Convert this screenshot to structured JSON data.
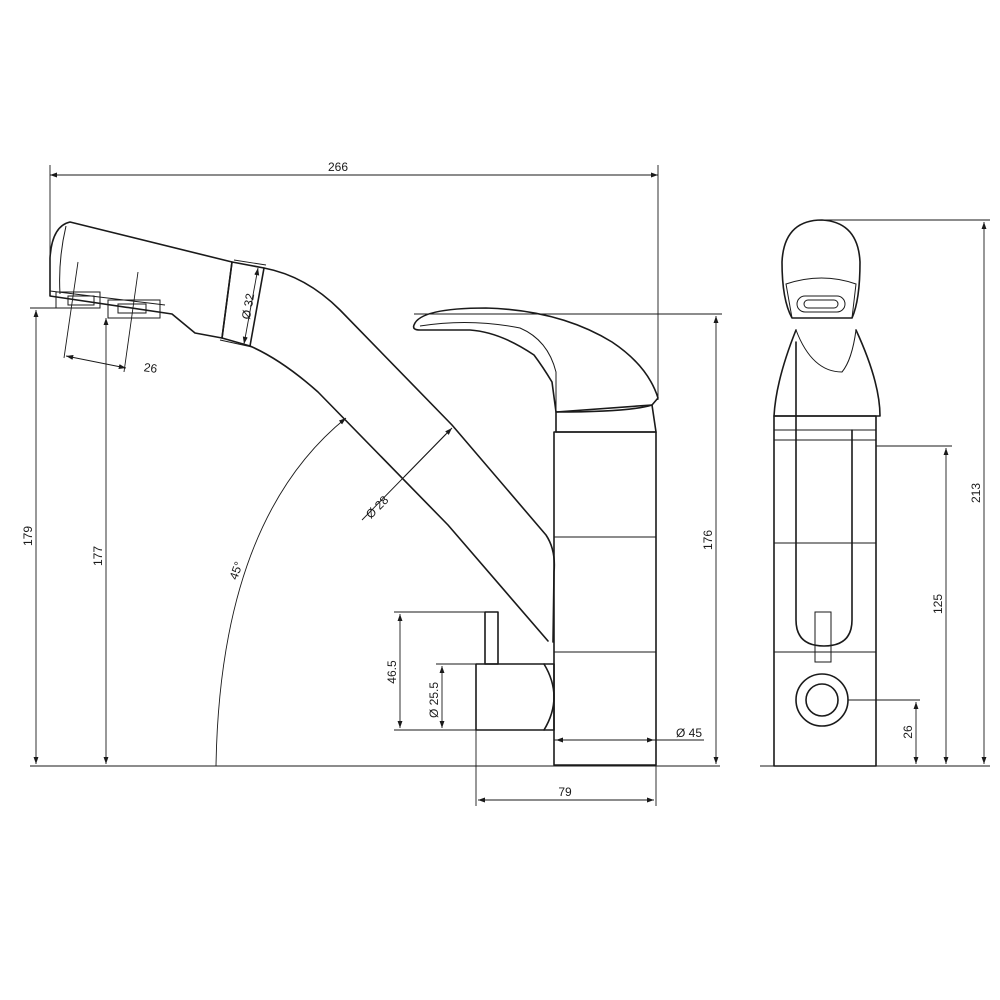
{
  "drawing": {
    "background": "#ffffff",
    "line_color": "#1a1a1a",
    "views": [
      "side-view",
      "front-view"
    ],
    "dimensions": {
      "overall_width": "266",
      "spout_diameter": "32",
      "spray_offset": "26",
      "total_height_left": "179",
      "spout_outlet_height": "177",
      "spout_angle": "45°",
      "arm_diameter": "28",
      "body_height": "176",
      "filter_handle_height": "46.5",
      "filter_handle_diameter": "25.5",
      "body_diameter": "45",
      "base_depth": "79",
      "front_total_height": "213",
      "front_outlet_height": "125",
      "front_inlet_height": "26"
    }
  }
}
